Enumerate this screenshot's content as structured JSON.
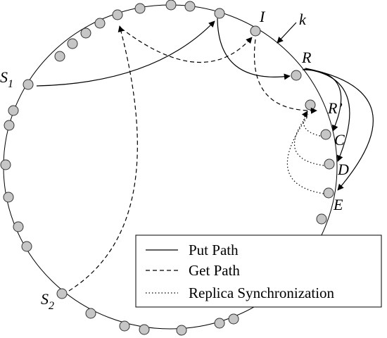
{
  "labels": {
    "s1_main": "S",
    "s1_sub": "1",
    "s2_main": "S",
    "s2_sub": "2",
    "i": "I",
    "k": "k",
    "r": "R",
    "r_prime": "R’",
    "c": "C",
    "d": "D",
    "e": "E"
  },
  "legend": {
    "put": "Put Path",
    "get": "Get Path",
    "sync": "Replica Synchronization"
  },
  "colors": {
    "node_fill": "#c6c6c6",
    "line": "#000000"
  }
}
